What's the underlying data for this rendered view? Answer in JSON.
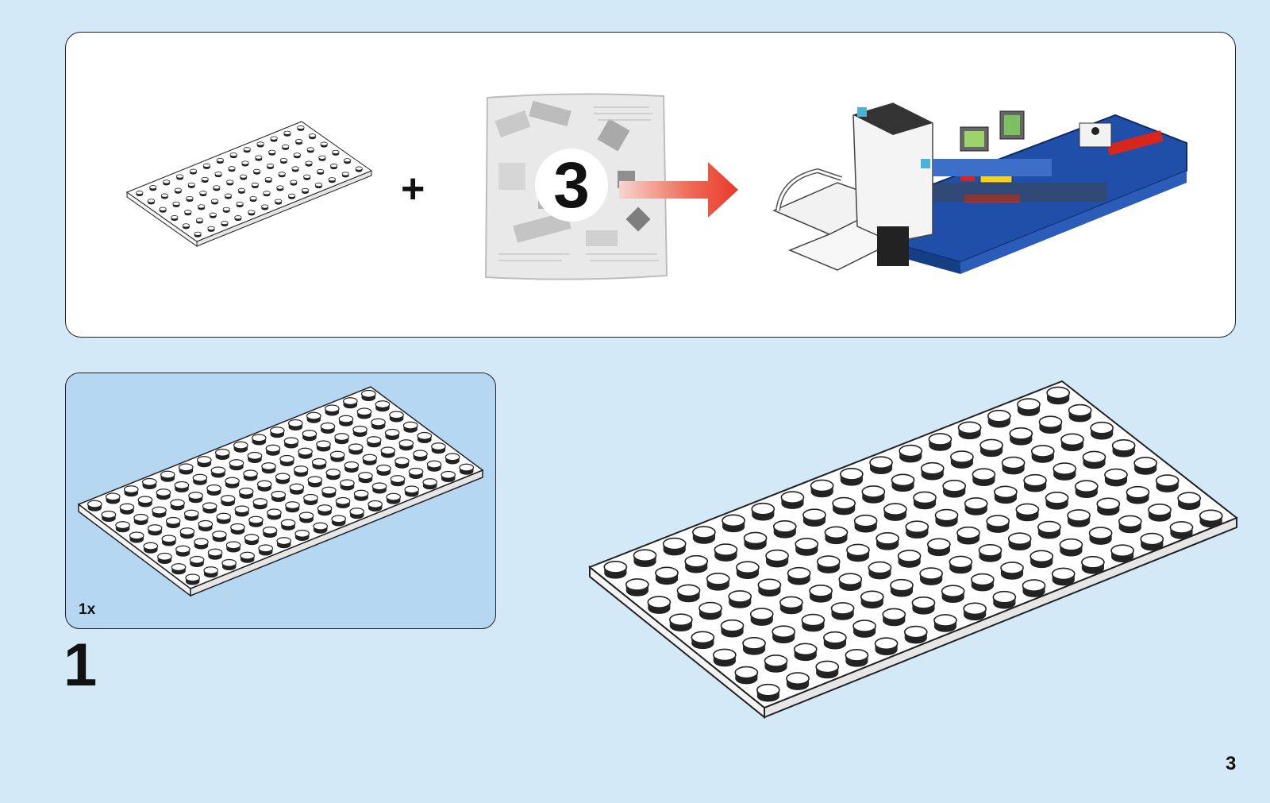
{
  "overview": {
    "plus": "+",
    "bag_number": "3"
  },
  "parts_list": {
    "quantity": "1x"
  },
  "step": {
    "number": "1"
  },
  "page": {
    "number": "3"
  },
  "plate": {
    "color": "#ffffff",
    "outline": "#222222"
  },
  "colors": {
    "page_background": "#d3e9f8",
    "parts_panel": "#b6d7f2",
    "arrow": "#e8392b",
    "model_blue": "#1f4fa8"
  }
}
